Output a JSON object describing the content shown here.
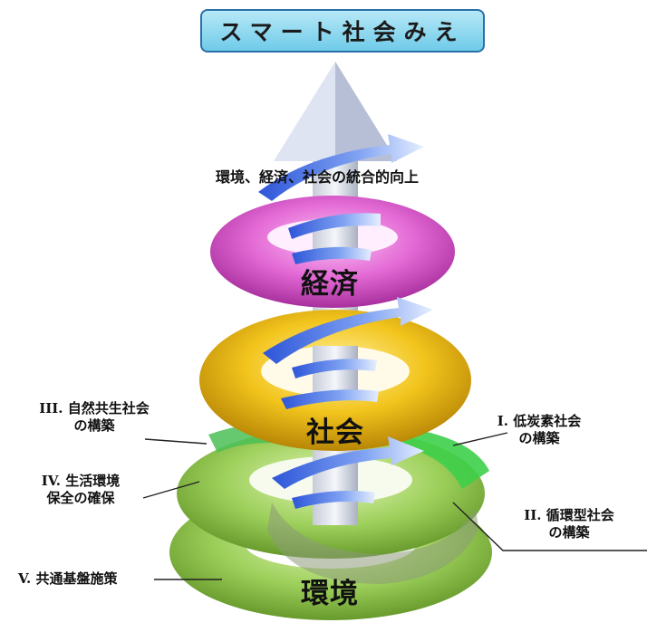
{
  "title": "スマート社会みえ",
  "subtitle": "環境、経済、社会の統合的向上",
  "rings": {
    "economy": "経済",
    "society": "社会",
    "environment": "環境"
  },
  "pillars": {
    "p1": {
      "line1": "I. 低炭素社会",
      "line2": "の構築"
    },
    "p2": {
      "line1": "II. 循環型社会",
      "line2": "の構築"
    },
    "p3": {
      "line1": "III. 自然共生社会",
      "line2": "の構築"
    },
    "p4": {
      "line1": "IV. 生活環境",
      "line2": "保全の確保"
    },
    "p5": {
      "line1": "V. 共通基盤施策"
    }
  },
  "colors": {
    "economy_ring": "#e06ad0",
    "society_ring": "#f0c21a",
    "environment_ring": "#9ccf5a",
    "arrow_blue": "#4d78e6",
    "title_bg": "#7fd3ee"
  }
}
